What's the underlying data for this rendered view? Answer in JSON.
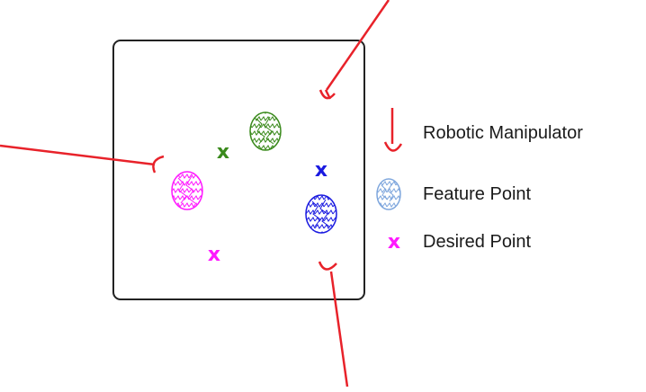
{
  "colors": {
    "frame": "#222222",
    "manipulator": "#e8222a",
    "green": "#3a8a1c",
    "magenta": "#ff19ff",
    "blue": "#1a1ae0",
    "light_blue": "#7ea6dd"
  },
  "markers": {
    "desired_glyph": "x"
  },
  "legend": {
    "manipulator_label": "Robotic Manipulator",
    "feature_label": "Feature Point",
    "desired_label": "Desired Point"
  },
  "icons": {
    "manipulator": "gripper-icon",
    "feature": "feature-point-icon",
    "desired": "desired-point-icon"
  }
}
